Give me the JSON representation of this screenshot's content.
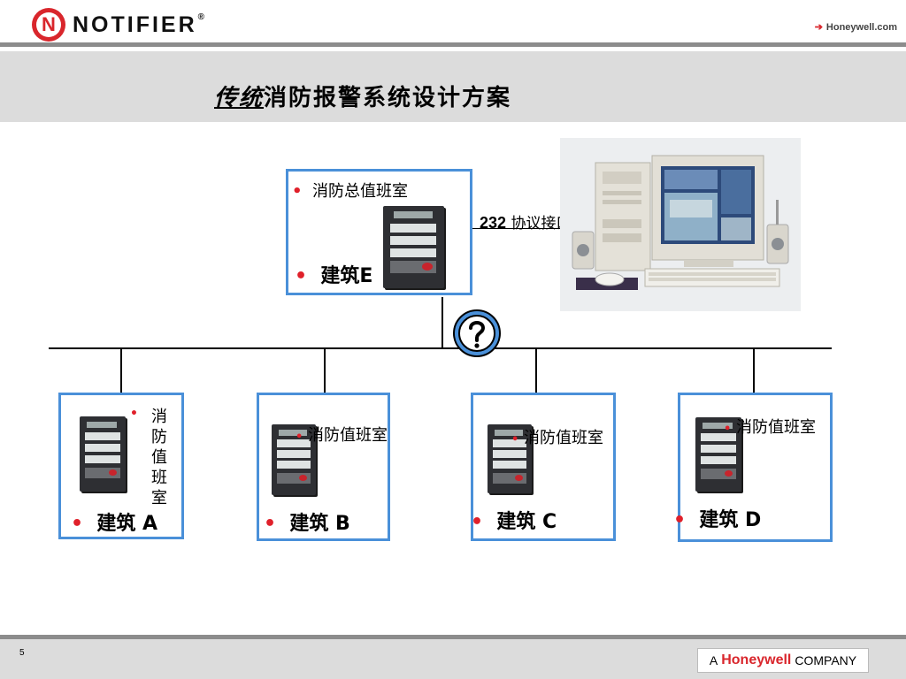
{
  "header": {
    "brand_initial": "N",
    "brand_name": "NOTIFIER",
    "brand_mark": "®",
    "site_arrow": "➔",
    "site_link": "Honeywell.com",
    "accent_color": "#d9262c"
  },
  "title": {
    "emphasis": "传统",
    "rest": "消防报警系统设计方案"
  },
  "central": {
    "room": "消防总值班室",
    "building": "建筑E",
    "interface_num": "232",
    "interface_text": "协议接口"
  },
  "network_icon": "question-mark-icon",
  "buildings": [
    {
      "room": "消防值班室",
      "name": "建筑 A"
    },
    {
      "room": "消防值班室",
      "name": "建筑 B"
    },
    {
      "room": "消防值班室",
      "name": "建筑 C"
    },
    {
      "room": "消防值班室",
      "name": "建筑 D"
    }
  ],
  "bullet": "•",
  "box_color": "#4a90d9",
  "footer": {
    "page_number": "5",
    "company_prefix": "A",
    "company_brand": "Honeywell",
    "company_suffix": "COMPANY"
  }
}
